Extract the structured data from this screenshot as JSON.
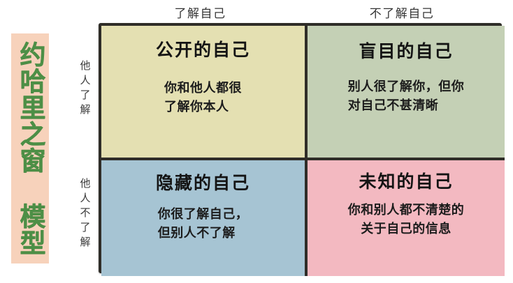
{
  "title_banner": {
    "text": "约哈里之窗 模型"
  },
  "axis": {
    "columns": [
      {
        "id": "known-to-self",
        "label": "了解自己"
      },
      {
        "id": "not-known-to-self",
        "label": "不了解自己"
      }
    ],
    "rows": [
      {
        "id": "known-to-others",
        "label": "他人了解"
      },
      {
        "id": "not-known-to-others",
        "label": "他人不了解"
      }
    ]
  },
  "quadrants": [
    {
      "id": "open-self",
      "title": "公开的自己",
      "body": "你和他人都很\n了解你本人",
      "color": "#e4e0b2"
    },
    {
      "id": "blind-self",
      "title": "盲目的自己",
      "body": "别人很了解你，但你\n对自己不甚清晰",
      "color": "#c4d0b5"
    },
    {
      "id": "hidden-self",
      "title": "隐藏的自己",
      "body": "你很了解自己，\n但别人不了解",
      "color": "#a6c4d3"
    },
    {
      "id": "unknown-self",
      "title": "未知的自己",
      "body": "你和别人都不清楚的\n关于自己的信息",
      "color": "#f3b9c1"
    }
  ],
  "colors": {
    "banner_background": "#f7d2bb",
    "banner_text": "#4d8f46",
    "border": "#2f2d28",
    "page_background": "#ffffff"
  }
}
